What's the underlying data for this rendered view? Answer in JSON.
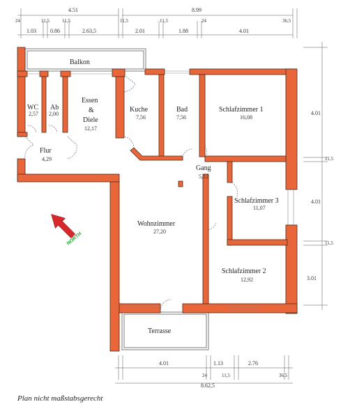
{
  "rooms": [
    {
      "name": "Balkon",
      "area": ""
    },
    {
      "name": "WC",
      "area": "2,57"
    },
    {
      "name": "Ab",
      "area": "2,00"
    },
    {
      "name": "Essen",
      "name2": "&",
      "name3": "Diele",
      "area": "12,17"
    },
    {
      "name": "Kuche",
      "area": "7,56"
    },
    {
      "name": "Bad",
      "area": "7,56"
    },
    {
      "name": "Schlafzimmer 1",
      "area": "16,08"
    },
    {
      "name": "Flur",
      "area": "4,29"
    },
    {
      "name": "Gang",
      "area": "5,12"
    },
    {
      "name": "Schlafzimmer 3",
      "area": "11,07"
    },
    {
      "name": "Wohnzimmer",
      "area": "27,20"
    },
    {
      "name": "Schlafzimmer 2",
      "area": "12,92"
    },
    {
      "name": "Terrasse",
      "area": ""
    }
  ],
  "dimensions": {
    "top_total_left": "4.51",
    "top_total_right": "8.99",
    "top_segments": [
      "1.03",
      "0.86",
      "2.63,5",
      "2.01",
      "1.88",
      "4.01"
    ],
    "top_small": [
      "24",
      "11,5",
      "11,5",
      "11,5",
      "11,5",
      "24",
      "36,5"
    ],
    "right": [
      "4.01",
      "4.01",
      "3.01"
    ],
    "right_small": [
      "11,5",
      "11,5"
    ],
    "bottom": [
      "4.01",
      "1.13",
      "2.76"
    ],
    "bottom_small": [
      "24",
      "11,5",
      "36,5"
    ],
    "bottom_total": "8.62,5"
  },
  "north_label": "NORTH",
  "note": "Plan nicht maßstabsgerecht",
  "colors": {
    "wall": "#e8663a",
    "north_arrow": "#d9282c",
    "north_text": "#2aa83a"
  }
}
